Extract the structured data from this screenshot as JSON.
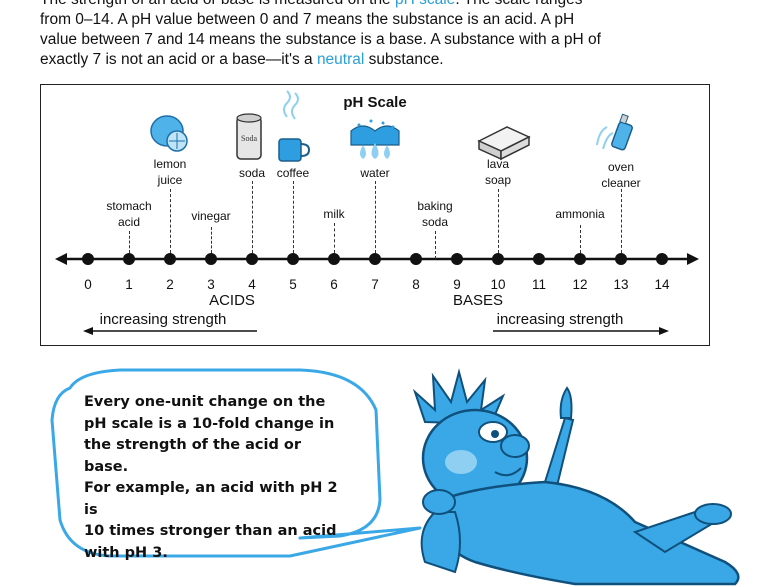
{
  "intro": {
    "line1_prefix": "The strength of an acid or base is measured on the ",
    "line1_link": "pH scale",
    "line1_suffix": ". The scale ranges",
    "line2": "from 0–14. A pH value between 0 and 7 means the substance is an acid. A pH",
    "line3": "value between 7 and 14 means the substance is a base. A substance with a pH of",
    "line4_prefix": "exactly 7 is not an acid or a base—it's a ",
    "line4_link": "neutral",
    "line4_suffix": " substance."
  },
  "chart": {
    "title": "pH Scale",
    "ticks": [
      "0",
      "1",
      "2",
      "3",
      "4",
      "5",
      "6",
      "7",
      "8",
      "9",
      "10",
      "11",
      "12",
      "13",
      "14"
    ],
    "acids_label": "ACIDS",
    "bases_label": "BASES",
    "acid_strength": "increasing strength",
    "base_strength": "increasing strength",
    "substances": {
      "stomach_acid": "stomach\nacid",
      "lemon_juice": "lemon\njuice",
      "vinegar": "vinegar",
      "soda": "soda",
      "coffee": "coffee",
      "milk": "milk",
      "water": "water",
      "baking_soda": "baking\nsoda",
      "lava_soap": "lava\nsoap",
      "ammonia": "ammonia",
      "oven_cleaner": "oven\ncleaner"
    },
    "soda_can_text": "Soda"
  },
  "bubble": {
    "line1": "Every one-unit change on the",
    "line2": "pH scale is a 10-fold change in",
    "line3": "the strength of the acid or base.",
    "line4": "For example, an acid with pH 2 is",
    "line5": "10 times stronger than an acid",
    "line6": "with pH 3."
  },
  "colors": {
    "accent": "#2a9fd6",
    "character": "#3aa8e6"
  }
}
